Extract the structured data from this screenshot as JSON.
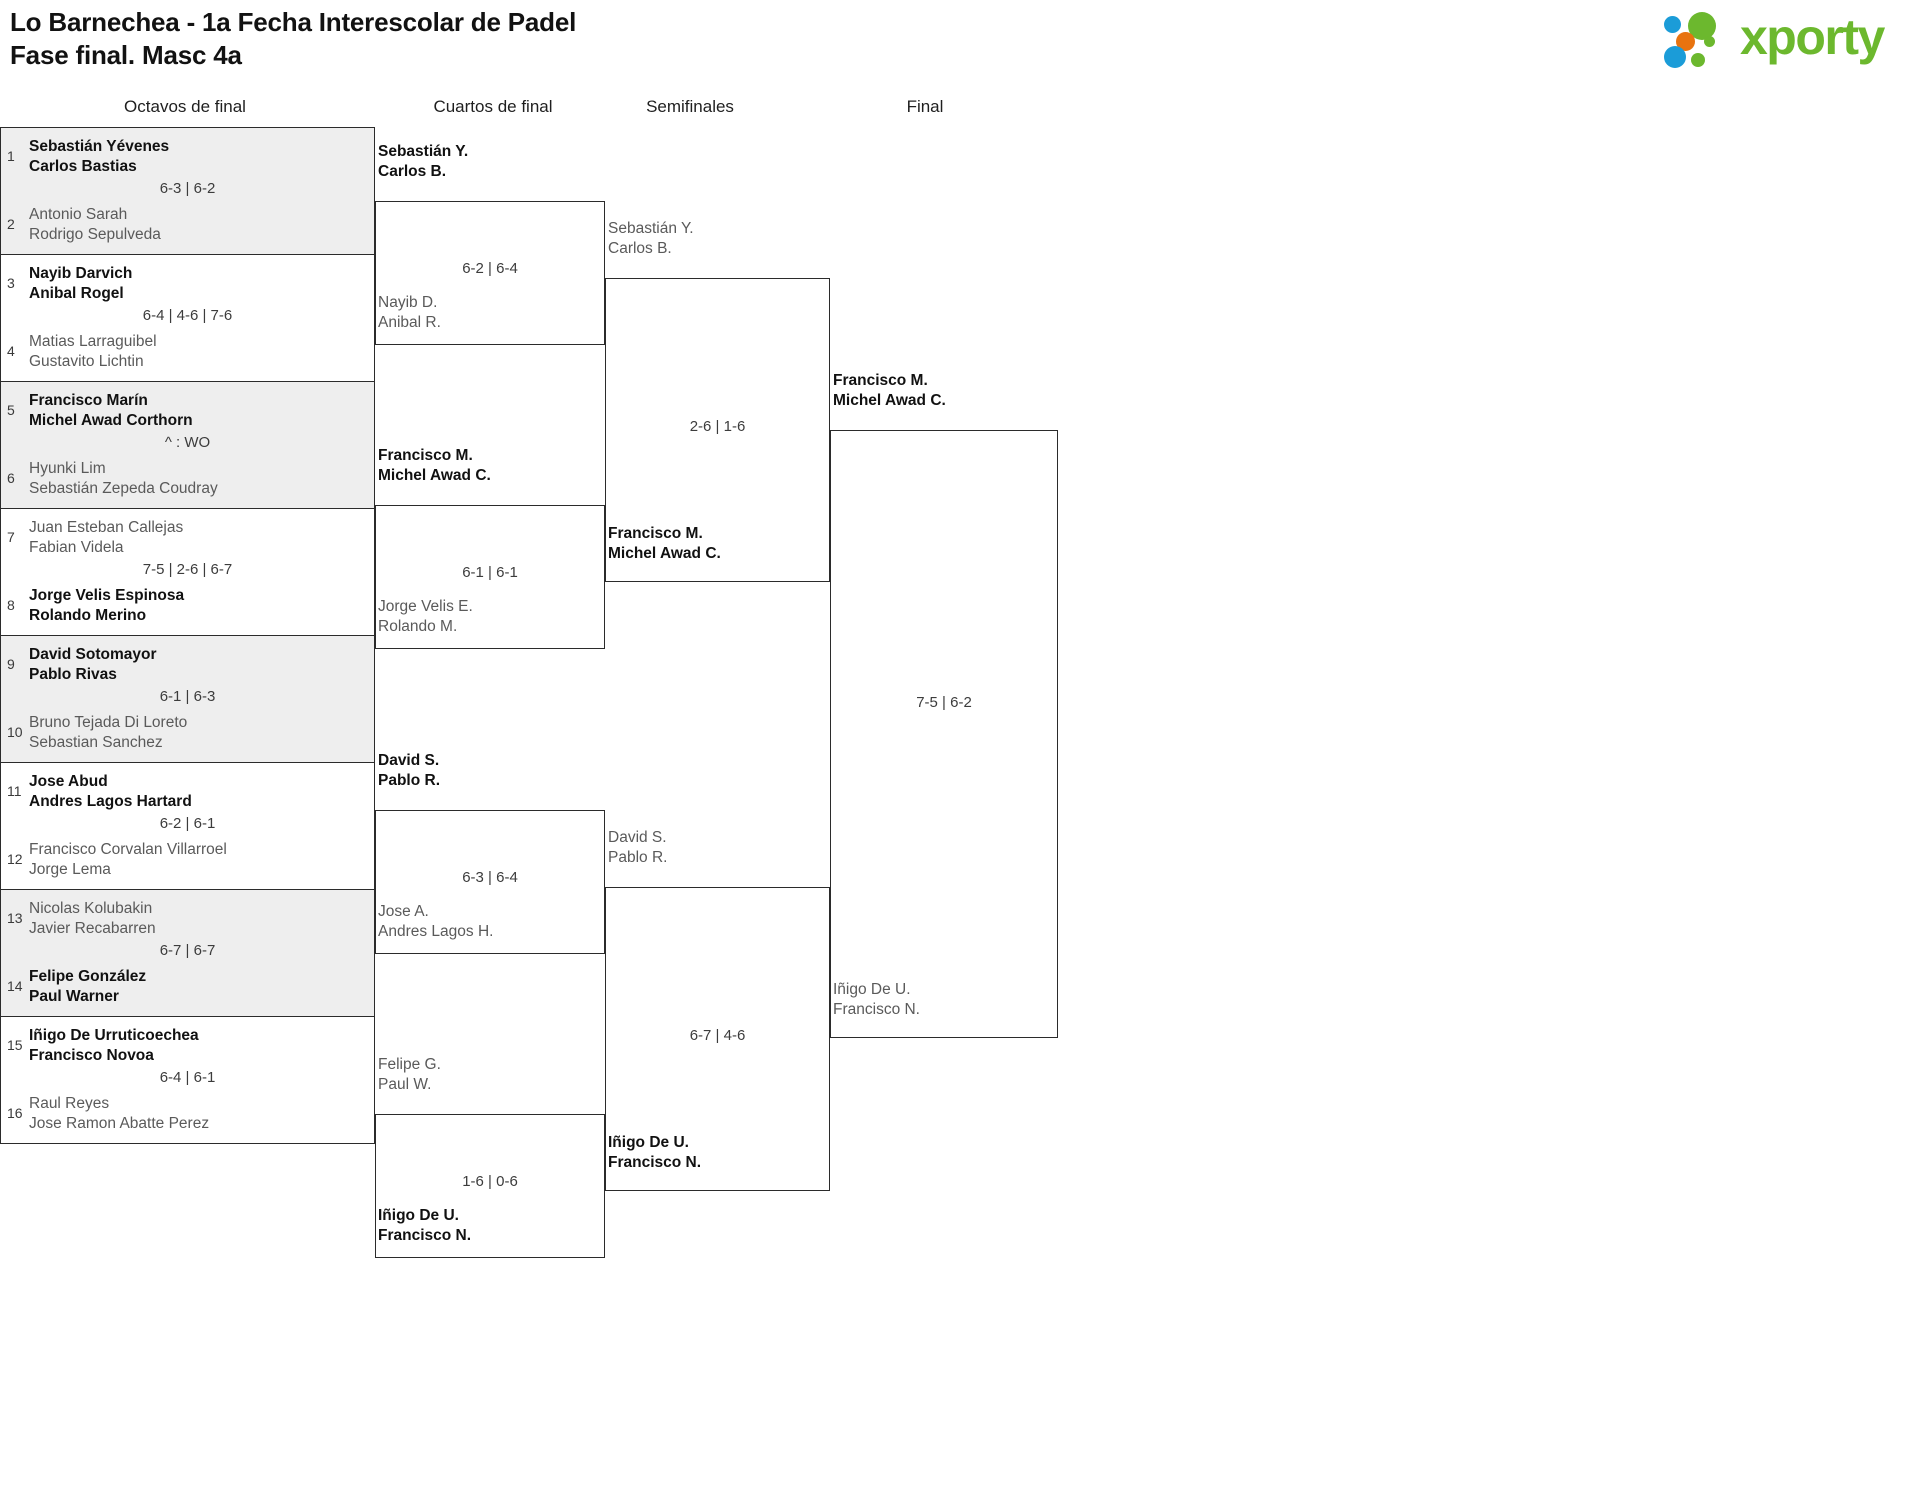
{
  "header": {
    "title_line1": "Lo Barnechea - 1a Fecha Interescolar de Padel",
    "title_line2": "Fase final. Masc 4a",
    "logo_text": "xporty",
    "logo_colors": {
      "green": "#6cb82e",
      "blue": "#1b9cd8",
      "orange": "#e8730f"
    }
  },
  "rounds": [
    {
      "label": "Octavos de final"
    },
    {
      "label": "Cuartos de final"
    },
    {
      "label": "Semifinales"
    },
    {
      "label": "Final"
    }
  ],
  "round1": [
    {
      "seed_top": "1",
      "top_l1": "Sebastián Yévenes",
      "top_l2": "Carlos Bastias",
      "seed_bot": "2",
      "bot_l1": "Antonio Sarah",
      "bot_l2": "Rodrigo Sepulveda",
      "score": "6-3 | 6-2",
      "winner": "top"
    },
    {
      "seed_top": "3",
      "top_l1": "Nayib Darvich",
      "top_l2": "Anibal Rogel",
      "seed_bot": "4",
      "bot_l1": "Matias Larraguibel",
      "bot_l2": "Gustavito Lichtin",
      "score": "6-4 | 4-6 | 7-6",
      "winner": "top"
    },
    {
      "seed_top": "5",
      "top_l1": "Francisco Marín",
      "top_l2": "Michel Awad Corthorn",
      "seed_bot": "6",
      "bot_l1": "Hyunki Lim",
      "bot_l2": "Sebastián Zepeda Coudray",
      "score": "^ : WO",
      "winner": "top"
    },
    {
      "seed_top": "7",
      "top_l1": "Juan Esteban Callejas",
      "top_l2": "Fabian Videla",
      "seed_bot": "8",
      "bot_l1": "Jorge Velis Espinosa",
      "bot_l2": "Rolando Merino",
      "score": "7-5 | 2-6 | 6-7",
      "winner": "bot"
    },
    {
      "seed_top": "9",
      "top_l1": "David Sotomayor",
      "top_l2": "Pablo Rivas",
      "seed_bot": "10",
      "bot_l1": "Bruno Tejada Di Loreto",
      "bot_l2": "Sebastian Sanchez",
      "score": "6-1 | 6-3",
      "winner": "top"
    },
    {
      "seed_top": "11",
      "top_l1": "Jose Abud",
      "top_l2": "Andres Lagos Hartard",
      "seed_bot": "12",
      "bot_l1": "Francisco Corvalan Villarroel",
      "bot_l2": "Jorge Lema",
      "score": "6-2 | 6-1",
      "winner": "top"
    },
    {
      "seed_top": "13",
      "top_l1": "Nicolas Kolubakin",
      "top_l2": "Javier Recabarren",
      "seed_bot": "14",
      "bot_l1": "Felipe González",
      "bot_l2": "Paul Warner",
      "score": "6-7 | 6-7",
      "winner": "bot"
    },
    {
      "seed_top": "15",
      "top_l1": "Iñigo De Urruticoechea",
      "top_l2": "Francisco Novoa",
      "seed_bot": "16",
      "bot_l1": "Raul Reyes",
      "bot_l2": "Jose Ramon Abatte Perez",
      "score": "6-4 | 6-1",
      "winner": "top"
    }
  ],
  "round2": [
    {
      "top_l1": "Sebastián Y.",
      "top_l2": "Carlos B.",
      "top_state": "winner",
      "bot_l1": "Nayib D.",
      "bot_l2": "Anibal R.",
      "bot_state": "loser",
      "score": "6-2 | 6-4"
    },
    {
      "top_l1": "Francisco M.",
      "top_l2": "Michel Awad C.",
      "top_state": "winner",
      "bot_l1": "Jorge Velis E.",
      "bot_l2": "Rolando M.",
      "bot_state": "loser",
      "score": "6-1 | 6-1"
    },
    {
      "top_l1": "David S.",
      "top_l2": "Pablo R.",
      "top_state": "winner",
      "bot_l1": "Jose A.",
      "bot_l2": "Andres Lagos H.",
      "bot_state": "loser",
      "score": "6-3 | 6-4"
    },
    {
      "top_l1": "Felipe G.",
      "top_l2": "Paul W.",
      "top_state": "loser",
      "bot_l1": "Iñigo De U.",
      "bot_l2": "Francisco N.",
      "bot_state": "winner",
      "score": "1-6 | 0-6"
    }
  ],
  "round3": [
    {
      "top_l1": "Sebastián Y.",
      "top_l2": "Carlos B.",
      "top_state": "loser",
      "bot_l1": "Francisco M.",
      "bot_l2": "Michel Awad C.",
      "bot_state": "winner",
      "score": "2-6 | 1-6"
    },
    {
      "top_l1": "David S.",
      "top_l2": "Pablo R.",
      "top_state": "loser",
      "bot_l1": "Iñigo De U.",
      "bot_l2": "Francisco N.",
      "bot_state": "winner",
      "score": "6-7 | 4-6"
    }
  ],
  "round4": [
    {
      "top_l1": "Francisco M.",
      "top_l2": "Michel Awad C.",
      "top_state": "winner",
      "bot_l1": "Iñigo De U.",
      "bot_l2": "Francisco N.",
      "bot_state": "loser",
      "score": "7-5 | 6-2"
    }
  ]
}
